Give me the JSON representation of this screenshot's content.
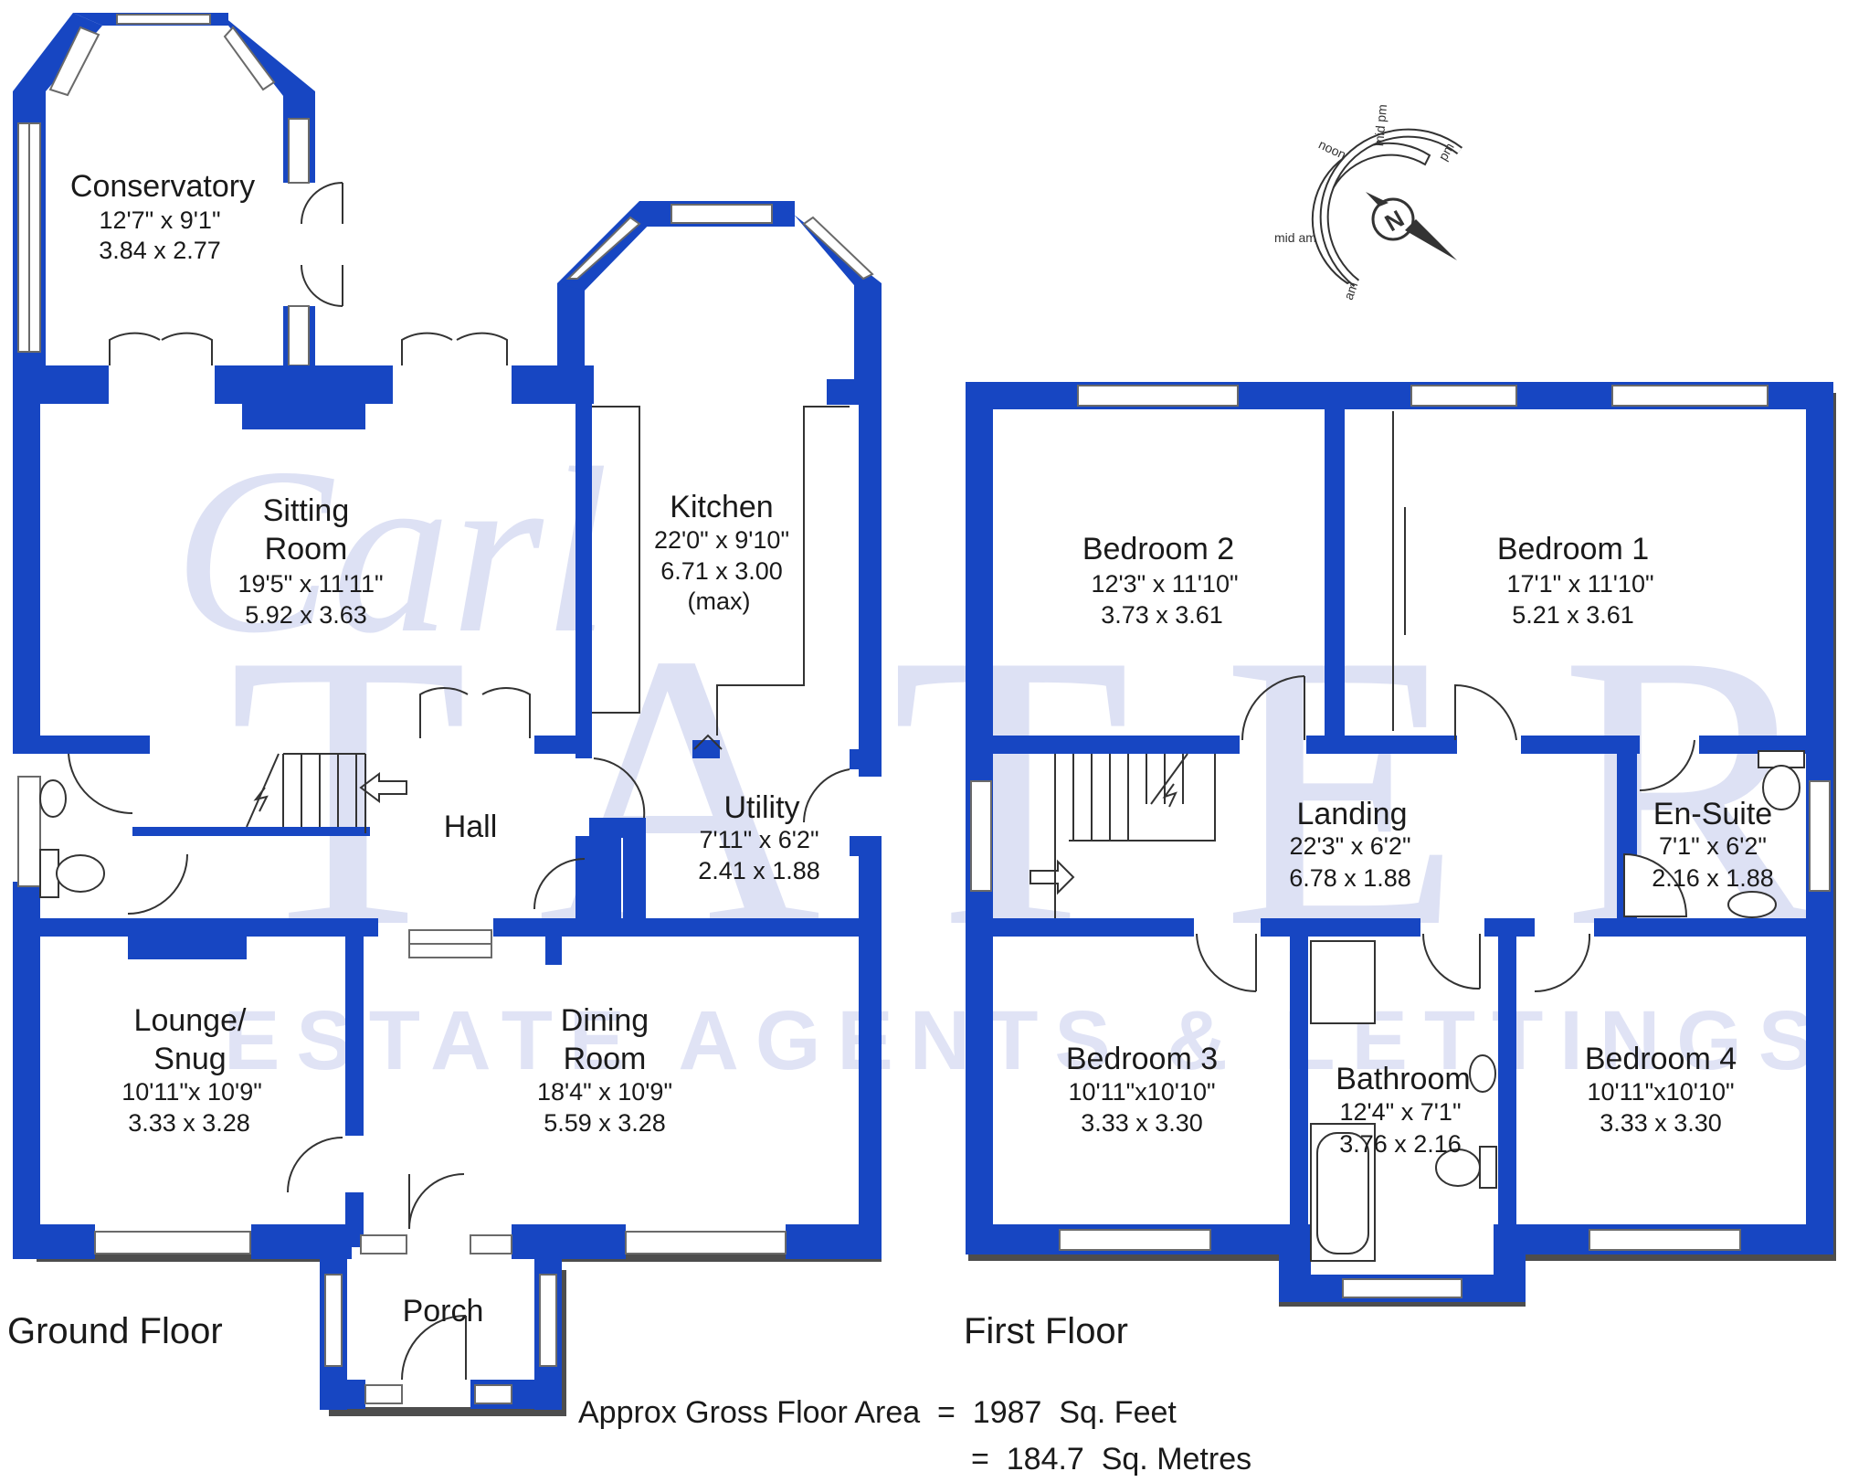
{
  "watermark": {
    "script": "Carl",
    "brand": "T A T E R",
    "tagline": "ESTATE AGENTS & LETTINGS"
  },
  "floors": {
    "ground": {
      "label": "Ground Floor",
      "rooms": {
        "conservatory": {
          "name": "Conservatory",
          "imperial": "12'7\" x  9'1\"",
          "metric": "3.84  x  2.77"
        },
        "sitting": {
          "name_line1": "Sitting",
          "name_line2": "Room",
          "imperial": "19'5\" x 11'11\"",
          "metric": "5.92  x  3.63"
        },
        "kitchen": {
          "name": "Kitchen",
          "imperial": "22'0\" x 9'10\"",
          "metric": "6.71  x  3.00",
          "note": "(max)"
        },
        "hall": {
          "name": "Hall"
        },
        "utility": {
          "name": "Utility",
          "imperial": "7'11\"  x   6'2\"",
          "metric": "2.41  x  1.88"
        },
        "lounge": {
          "name_line1": "Lounge/",
          "name_line2": "Snug",
          "imperial": "10'11\"x 10'9\"",
          "metric": "3.33  x  3.28"
        },
        "dining": {
          "name_line1": "Dining",
          "name_line2": "Room",
          "imperial": "18'4\"  x 10'9\"",
          "metric": "5.59  x  3.28"
        },
        "porch": {
          "name": "Porch"
        }
      }
    },
    "first": {
      "label": "First Floor",
      "rooms": {
        "bedroom2": {
          "name": "Bedroom 2",
          "imperial": "12'3\"  x 11'10\"",
          "metric": "3.73  x  3.61"
        },
        "bedroom1": {
          "name": "Bedroom 1",
          "imperial": "17'1\"  x 11'10\"",
          "metric": "5.21  x  3.61"
        },
        "landing": {
          "name": "Landing",
          "imperial": "22'3\"  x   6'2\"",
          "metric": "6.78  x  1.88"
        },
        "ensuite": {
          "name": "En-Suite",
          "imperial": "7'1\"   x   6'2\"",
          "metric": "2.16  x  1.88"
        },
        "bedroom3": {
          "name": "Bedroom 3",
          "imperial": "10'11\"x10'10\"",
          "metric": "3.33  x  3.30"
        },
        "bathroom": {
          "name": "Bathroom",
          "imperial": "12'4\"  x   7'1\"",
          "metric": "3.76  x  2.16"
        },
        "bedroom4": {
          "name": "Bedroom 4",
          "imperial": "10'11\"x10'10\"",
          "metric": "3.33  x  3.30"
        }
      }
    }
  },
  "area": {
    "line1": "Approx Gross Floor Area  =  1987  Sq. Feet",
    "line2": "=  184.7  Sq. Metres"
  },
  "compass": {
    "north": "N",
    "labels": {
      "am": "am",
      "mid_am": "mid am",
      "noon": "noon",
      "mid_pm": "mid pm",
      "pm": "pm"
    }
  },
  "colors": {
    "wall": "#1746c2",
    "shadow": "#4d4d4d",
    "watermark": "#c3c9ec"
  }
}
